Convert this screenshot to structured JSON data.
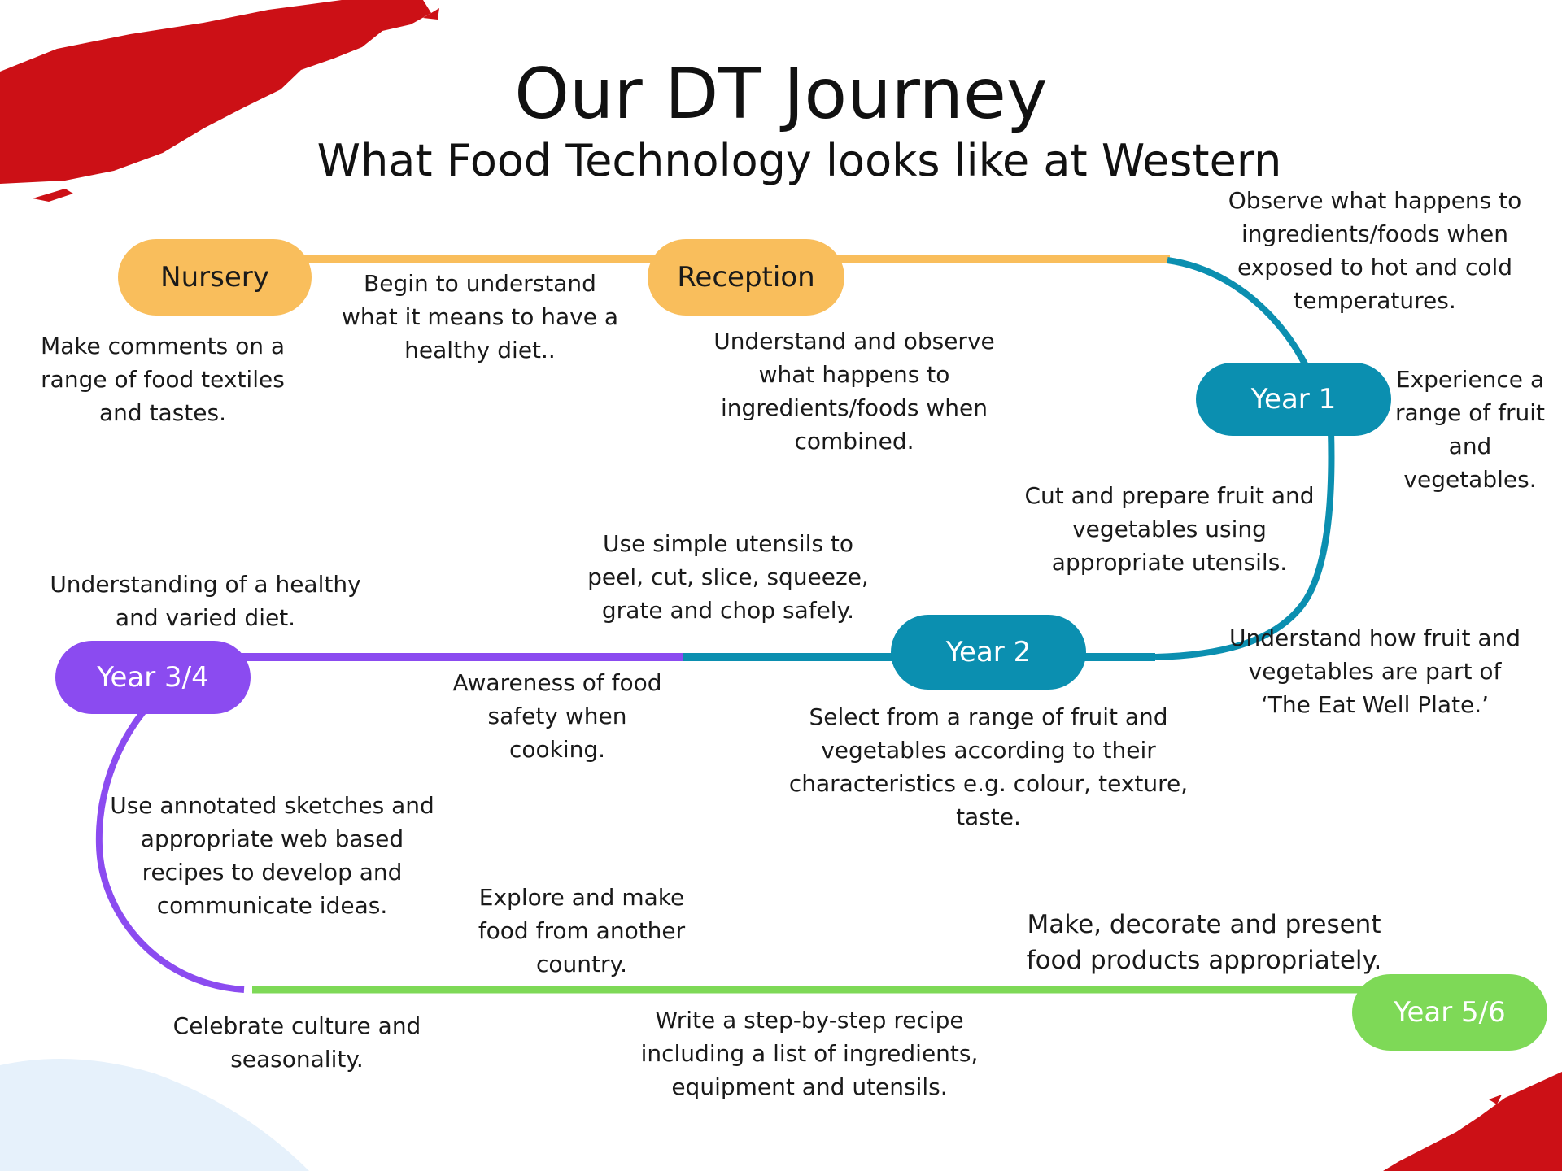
{
  "title": "Our DT Journey",
  "subtitle": "What  Food Technology looks like at Western",
  "colors": {
    "nursery_reception": "#F9BE5C",
    "year1_2": "#0B8FB0",
    "year3_4": "#8B4BF0",
    "year5_6": "#7ED957",
    "brush_red": "#CC1016"
  },
  "stages": {
    "nursery": "Nursery",
    "reception": "Reception",
    "year1": "Year 1",
    "year2": "Year 2",
    "year34": "Year 3/4",
    "year56": "Year 5/6"
  },
  "notes": {
    "nursery_comments": "Make comments on a range of food textiles and tastes.",
    "healthy_diet_begin": "Begin to understand what it means to have a healthy diet..",
    "reception_observe": "Understand and observe what happens to ingredients/foods when combined.",
    "hot_cold": "Observe what happens to ingredients/foods when exposed to hot and cold temperatures.",
    "experience_fruit": "Experience a range of fruit and vegetables.",
    "cut_prepare": "Cut and prepare fruit and vegetables using appropriate utensils.",
    "simple_utensils": "Use simple utensils to peel, cut, slice, squeeze, grate and chop safely.",
    "eat_well_plate": "Understand how fruit and vegetables are part of ‘The Eat Well Plate.’",
    "select_range": "Select from a range of fruit and vegetables according to their characteristics e.g. colour, texture, taste.",
    "healthy_varied": "Understanding of a healthy and varied diet.",
    "food_safety": "Awareness of food safety when cooking.",
    "annotated_sketches": "Use annotated sketches and appropriate web based recipes to develop and communicate ideas.",
    "explore_country": "Explore and make food from another country.",
    "decorate_present": "Make, decorate and present food products appropriately.",
    "celebrate_culture": "Celebrate culture and seasonality.",
    "step_recipe": "Write a step-by-step recipe including a list of ingredients, equipment and utensils."
  }
}
